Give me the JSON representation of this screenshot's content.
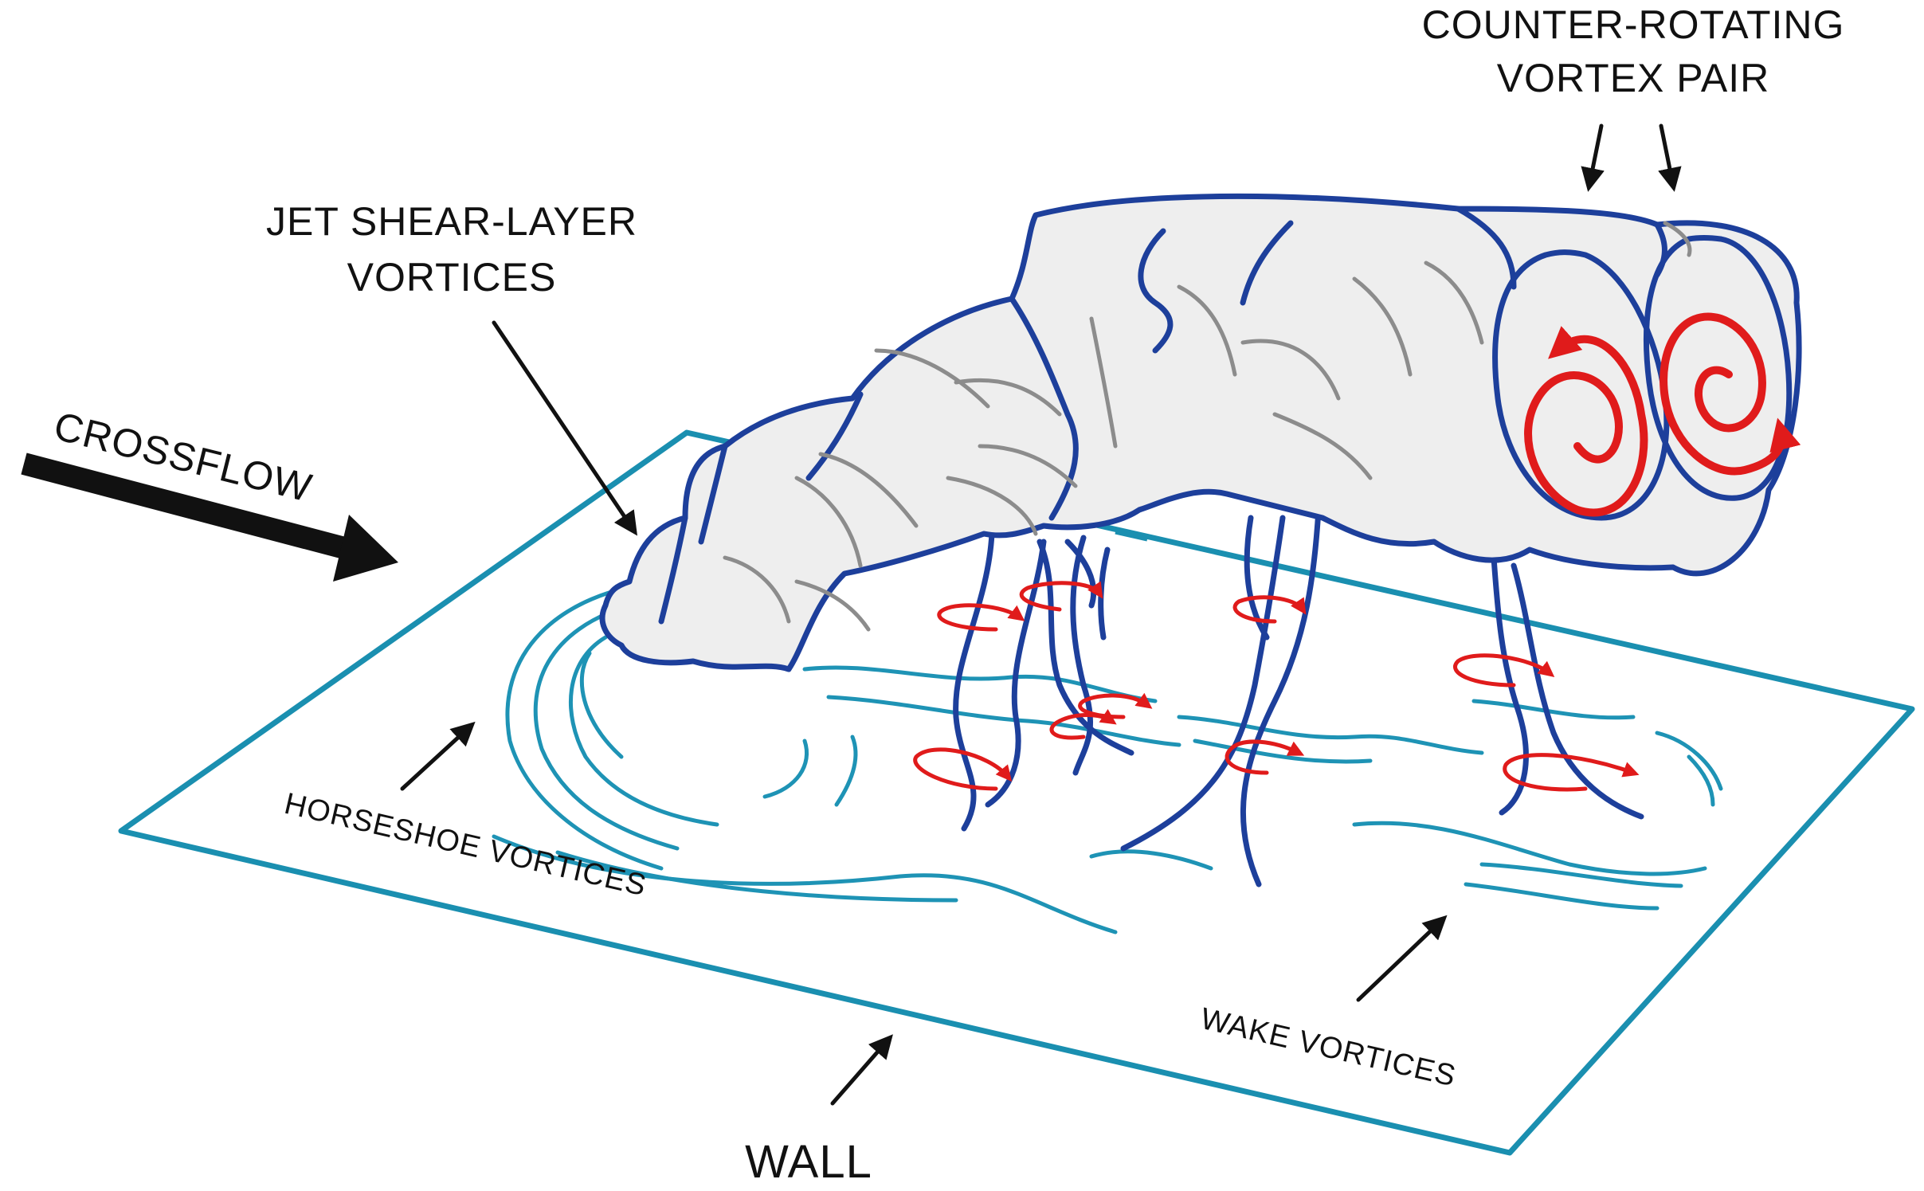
{
  "labels": {
    "counter_rotating_line1": "COUNTER-ROTATING",
    "counter_rotating_line2": "VORTEX PAIR",
    "jet_shear_line1": "JET SHEAR-LAYER",
    "jet_shear_line2": "VORTICES",
    "crossflow": "CROSSFLOW",
    "horseshoe": "HORSESHOE VORTICES",
    "wake": "WAKE VORTICES",
    "wall": "WALL"
  },
  "colors": {
    "wall_plate": "#1a8fb0",
    "horseshoe_lines": "#1e93b5",
    "jet_outline": "#1d3f9b",
    "jet_fill": "#eeeeee",
    "fold_lines": "#8c8c8c",
    "rotation_markers": "#e01b1b",
    "arrows": "#111111"
  }
}
